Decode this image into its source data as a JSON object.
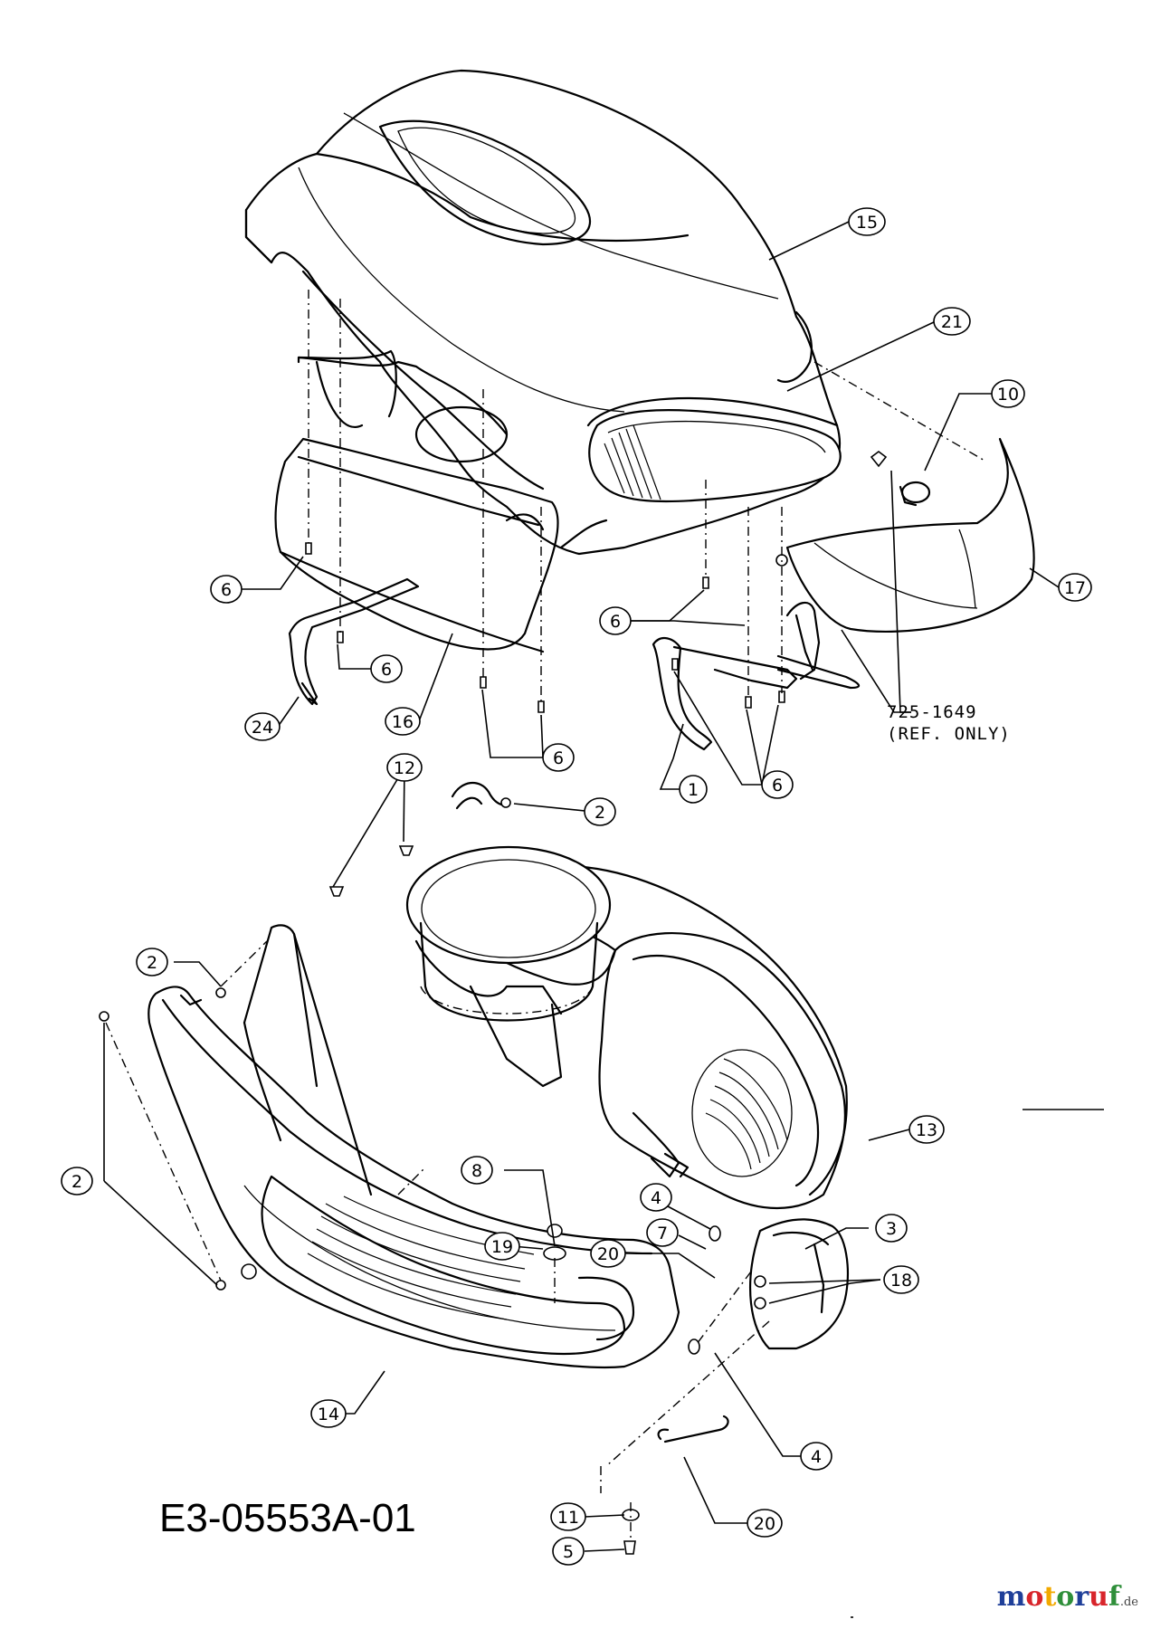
{
  "drawing_number": "E3-05553A-01",
  "reference_note": {
    "part_number": "725-1649",
    "note": "(REF. ONLY)"
  },
  "callouts": [
    {
      "id": "c15",
      "number": "15"
    },
    {
      "id": "c21",
      "number": "21"
    },
    {
      "id": "c10",
      "number": "10"
    },
    {
      "id": "c17",
      "number": "17"
    },
    {
      "id": "c6a",
      "number": "6"
    },
    {
      "id": "c6b",
      "number": "6"
    },
    {
      "id": "c6c",
      "number": "6"
    },
    {
      "id": "c6d",
      "number": "6"
    },
    {
      "id": "c6e",
      "number": "6"
    },
    {
      "id": "c24",
      "number": "24"
    },
    {
      "id": "c16",
      "number": "16"
    },
    {
      "id": "c1",
      "number": "1"
    },
    {
      "id": "c12",
      "number": "12"
    },
    {
      "id": "c2a",
      "number": "2"
    },
    {
      "id": "c2b",
      "number": "2"
    },
    {
      "id": "c2c",
      "number": "2"
    },
    {
      "id": "c13",
      "number": "13"
    },
    {
      "id": "c8",
      "number": "8"
    },
    {
      "id": "c4a",
      "number": "4"
    },
    {
      "id": "c3",
      "number": "3"
    },
    {
      "id": "c19",
      "number": "19"
    },
    {
      "id": "c20a",
      "number": "20"
    },
    {
      "id": "c7",
      "number": "7"
    },
    {
      "id": "c18",
      "number": "18"
    },
    {
      "id": "c14",
      "number": "14"
    },
    {
      "id": "c4b",
      "number": "4"
    },
    {
      "id": "c20b",
      "number": "20"
    },
    {
      "id": "c11",
      "number": "11"
    },
    {
      "id": "c5",
      "number": "5"
    }
  ],
  "watermark": {
    "letters": [
      "m",
      "o",
      "t",
      "o",
      "r",
      "u",
      "f"
    ],
    "tld": ".de",
    "colors": [
      "#1f3f99",
      "#d8252b",
      "#f2a900",
      "#2f8f3a",
      "#1f3f99",
      "#d8252b",
      "#2f8f3a"
    ]
  }
}
